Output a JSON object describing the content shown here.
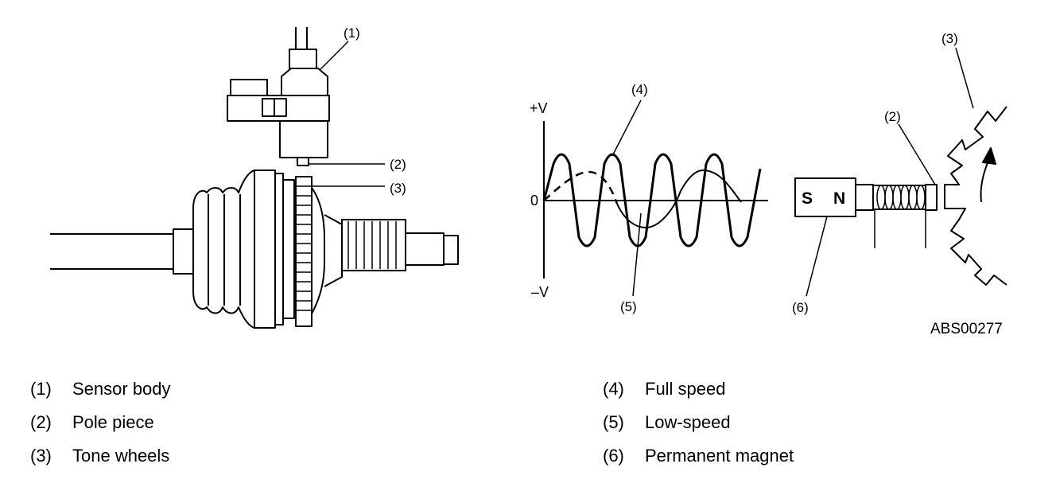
{
  "callouts": {
    "c1": "(1)",
    "c2": "(2)",
    "c3": "(3)",
    "c4": "(4)",
    "c5": "(5)",
    "c6": "(6)",
    "c2b": "(2)",
    "c3b": "(3)"
  },
  "graph": {
    "plus_v": "+V",
    "zero": "0",
    "minus_v": "–V"
  },
  "magnet": {
    "s": "S",
    "n": "N"
  },
  "figure_code": "ABS00277",
  "legend_left": [
    {
      "num": "(1)",
      "text": "Sensor body"
    },
    {
      "num": "(2)",
      "text": "Pole piece"
    },
    {
      "num": "(3)",
      "text": "Tone wheels"
    }
  ],
  "legend_right": [
    {
      "num": "(4)",
      "text": "Full speed"
    },
    {
      "num": "(5)",
      "text": "Low-speed"
    },
    {
      "num": "(6)",
      "text": "Permanent magnet"
    }
  ]
}
